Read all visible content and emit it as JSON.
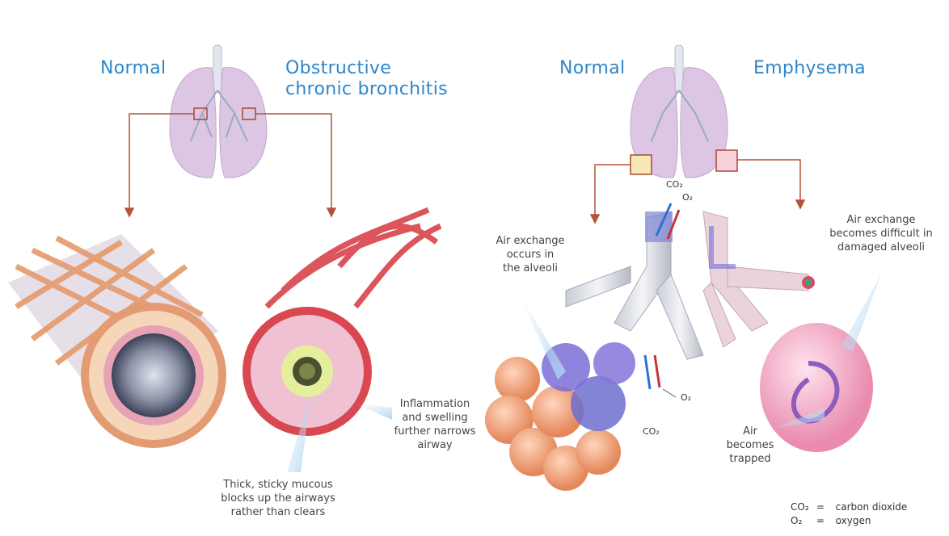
{
  "left_panel": {
    "label_normal": "Normal",
    "label_obstructive_line1": "Obstructive",
    "label_obstructive_line2": "chronic bronchitis",
    "note_mucous": [
      "Thick, sticky mucous",
      "blocks up the airways",
      "rather than clears"
    ],
    "note_inflammation": [
      "Inflammation",
      "and swelling",
      "further narrows",
      "airway"
    ]
  },
  "right_panel": {
    "label_normal": "Normal",
    "label_emphysema": "Emphysema",
    "note_exchange": [
      "Air exchange",
      "occurs in",
      "the alveoli"
    ],
    "note_difficult": [
      "Air exchange",
      "becomes difficult in",
      "damaged alveoli"
    ],
    "note_trapped": [
      "Air",
      "becomes",
      "trapped"
    ],
    "gas_top_co2": "CO₂",
    "gas_top_o2": "O₂",
    "gas_bottom_o2": "O₂",
    "gas_bottom_co2": "CO₂"
  },
  "legend": [
    {
      "symbol": "CO₂",
      "eq": "=",
      "meaning": "carbon dioxide"
    },
    {
      "symbol": "O₂",
      "eq": "=",
      "meaning": "oxygen"
    }
  ],
  "colors": {
    "heading": "#2e86c9",
    "pointer": "#b5523b",
    "lung": "#d9c2e2",
    "airway_normal": "#e9a77b",
    "airway_inflamed": "#d9434b",
    "alveoli": "#f0a77f",
    "emphysema": "#f2aec4"
  }
}
